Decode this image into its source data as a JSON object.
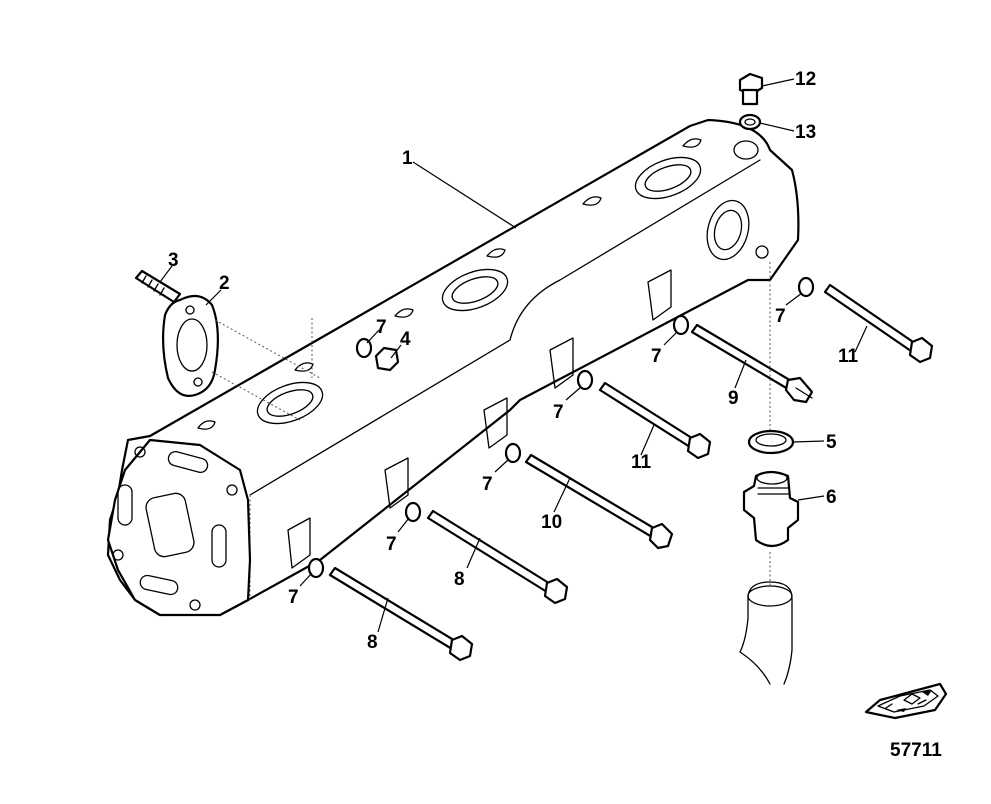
{
  "diagram": {
    "figure_number": "57711",
    "callouts": {
      "c1": "1",
      "c2": "2",
      "c3": "3",
      "c4": "4",
      "c5": "5",
      "c6": "6",
      "c7a": "7",
      "c7b": "7",
      "c7c": "7",
      "c7d": "7",
      "c7e": "7",
      "c7f": "7",
      "c8a": "8",
      "c8b": "8",
      "c9": "9",
      "c10": "10",
      "c11a": "11",
      "c11b": "11",
      "c12": "12",
      "c13": "13"
    },
    "icons": {
      "boat": "boat-icon"
    }
  }
}
